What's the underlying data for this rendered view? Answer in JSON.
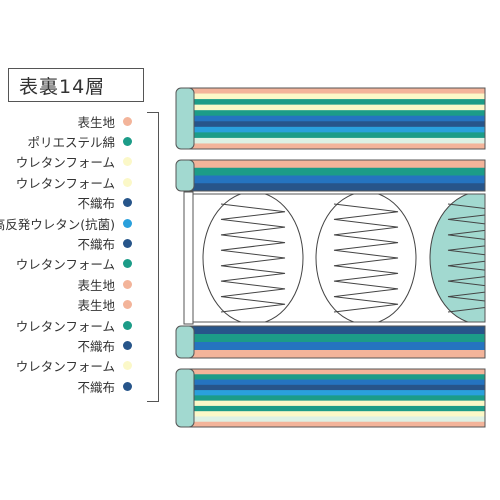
{
  "title": "表裏14層",
  "colors": {
    "salmon": "#f3b49a",
    "cream": "#fbf8c8",
    "teal": "#1c9c88",
    "blue": "#2574c0",
    "navy": "#27558a",
    "sky": "#2aa0dc",
    "lightgreen": "#ddf1e4",
    "mint": "#a2d9d0",
    "outline": "#555555"
  },
  "layers": [
    {
      "label": "表生地",
      "color": "#f3b49a"
    },
    {
      "label": "ポリエステル綿",
      "color": "#1c9c88"
    },
    {
      "label": "ウレタンフォーム",
      "color": "#fbf8c8"
    },
    {
      "label": "ウレタンフォーム",
      "color": "#fbf8c8"
    },
    {
      "label": "不織布",
      "color": "#27558a"
    },
    {
      "label": "高反発ウレタン(抗菌)",
      "color": "#2aa0dc"
    },
    {
      "label": "不織布",
      "color": "#27558a"
    },
    {
      "label": "ウレタンフォーム",
      "color": "#1c9c88"
    },
    {
      "label": "表生地",
      "color": "#f3b49a"
    },
    {
      "label": "表生地",
      "color": "#f3b49a"
    },
    {
      "label": "ウレタンフォーム",
      "color": "#1c9c88"
    },
    {
      "label": "不織布",
      "color": "#27558a"
    },
    {
      "label": "ウレタンフォーム",
      "color": "#fbf8c8"
    },
    {
      "label": "不織布",
      "color": "#27558a"
    }
  ],
  "pad1": [
    "salmon",
    "cream",
    "teal",
    "cream",
    "teal",
    "blue",
    "navy",
    "sky",
    "teal",
    "lightgreen",
    "salmon"
  ],
  "pad2": [
    "salmon",
    "teal",
    "blue",
    "navy"
  ],
  "pad3": [
    "navy",
    "teal",
    "blue",
    "salmon"
  ],
  "pad4": [
    "salmon",
    "teal",
    "blue",
    "navy",
    "sky",
    "teal",
    "cream",
    "teal",
    "cream",
    "lightgreen",
    "salmon"
  ]
}
